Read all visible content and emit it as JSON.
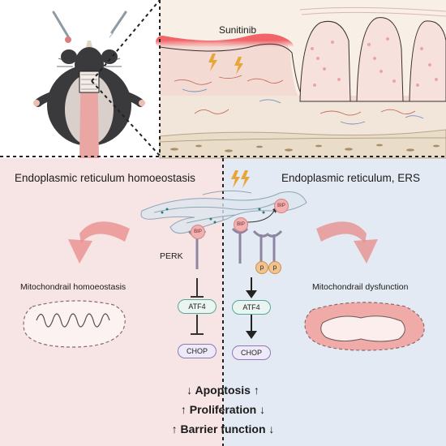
{
  "top_panel": {
    "drug_label": "Sunitinib"
  },
  "left_panel": {
    "title": "Endoplasmic reticulum homoeostasis",
    "mito_label": "Mitochondrail homoeostasis"
  },
  "right_panel": {
    "title": "Endoplasmic reticulum, ERS",
    "mito_label": "Mitochondrail dysfunction"
  },
  "pathway": {
    "bip_label": "BIP",
    "perk_label": "PERK",
    "atf4_label": "ATF4",
    "chop_label": "CHOP",
    "p_label": "p"
  },
  "effects": [
    "↓ Apoptosis ↑",
    "↑ Proliferation ↓",
    "↑ Barrier function ↓"
  ],
  "colors": {
    "left_bg": "#f7e4e4",
    "right_bg": "#e4eaf3",
    "inflamed": "#f0545a",
    "mucosa": "#f3dad3",
    "lightning": "#e8a53a",
    "atf4_border": "#56a89a",
    "chop_border": "#8f78b8",
    "bip_fill": "#f2b0b0",
    "phospho_fill": "#f1c38e",
    "arrow_pink": "#e88a8a"
  }
}
